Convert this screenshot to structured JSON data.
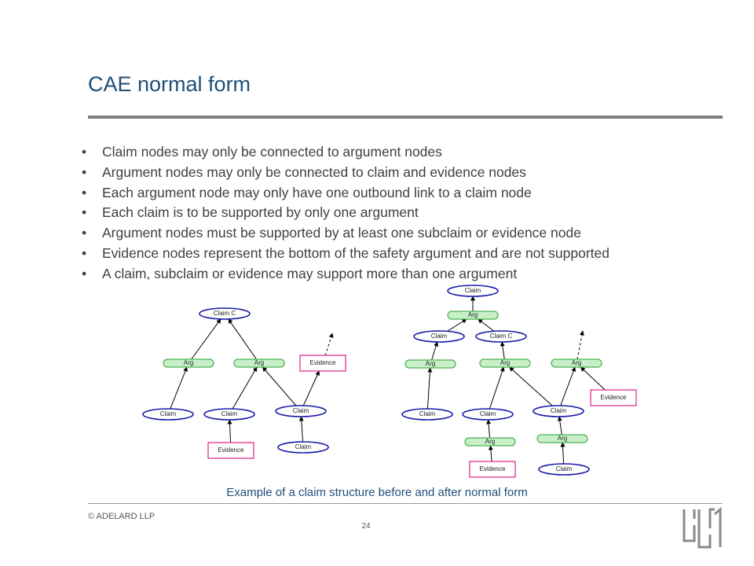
{
  "slide": {
    "title": "CAE normal form",
    "bullets": [
      "Claim nodes may only be connected to argument nodes",
      "Argument nodes may only be connected to claim and evidence nodes",
      "Each argument node may only have one outbound link to a claim node",
      "Each claim is to be supported by only one argument",
      "Argument nodes must be supported by at least one subclaim or evidence node",
      "Evidence nodes represent the bottom of the safety argument and are not supported",
      "A claim, subclaim or evidence may support more than one argument"
    ],
    "caption": "Example of a claim structure before and after normal form",
    "copyright": "© ADELARD LLP",
    "page_number": "24"
  },
  "diagram_labels": {
    "claim": "Claim",
    "claim_c": "Claim C",
    "arg": "Arg",
    "evidence": "Evidence"
  },
  "colors": {
    "claim_stroke": "#1a1aa8",
    "arg_stroke": "#4caf50",
    "arg_fill": "#c8f0c8",
    "evidence_stroke": "#e0208a",
    "title": "#1f4e79"
  }
}
